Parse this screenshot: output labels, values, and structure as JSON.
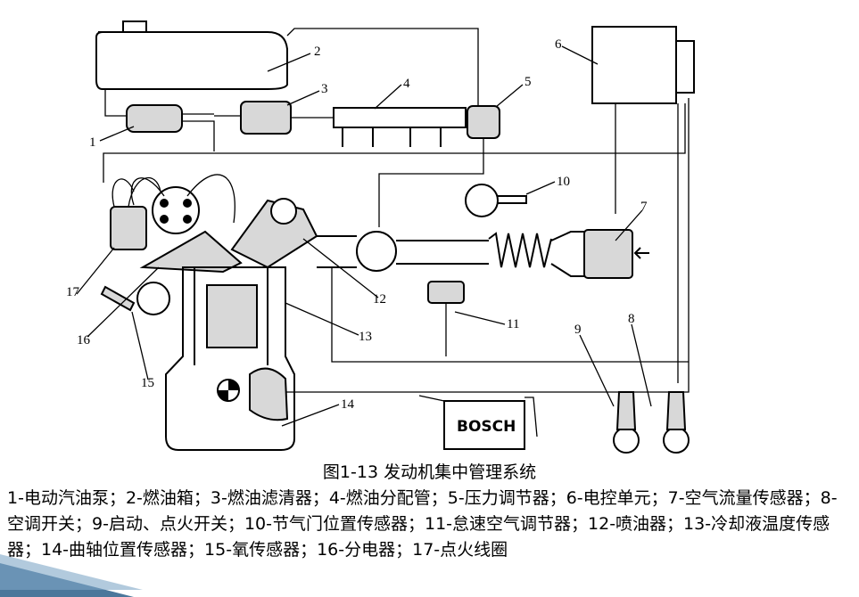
{
  "figure": {
    "caption": "图1-13  发动机集中管理系统",
    "legend": "1-电动汽油泵；2-燃油箱；3-燃油滤清器；4-燃油分配管；5-压力调节器；6-电控单元；7-空气流量传感器；8-空调开关；9-启动、点火开关；10-节气门位置传感器；11-怠速空气调节器；12-喷油器；13-冷却液温度传感器；14-曲轴位置传感器；15-氧传感器；16-分电器；17-点火线圈"
  },
  "diagram": {
    "bosch_label": "BOSCH",
    "callouts": [
      "1",
      "2",
      "3",
      "4",
      "5",
      "6",
      "7",
      "8",
      "9",
      "10",
      "11",
      "12",
      "13",
      "14",
      "15",
      "16",
      "17"
    ]
  },
  "colors": {
    "ink": "#000000",
    "shade": "#d8d8d8",
    "accent": "#2c5f8a"
  }
}
